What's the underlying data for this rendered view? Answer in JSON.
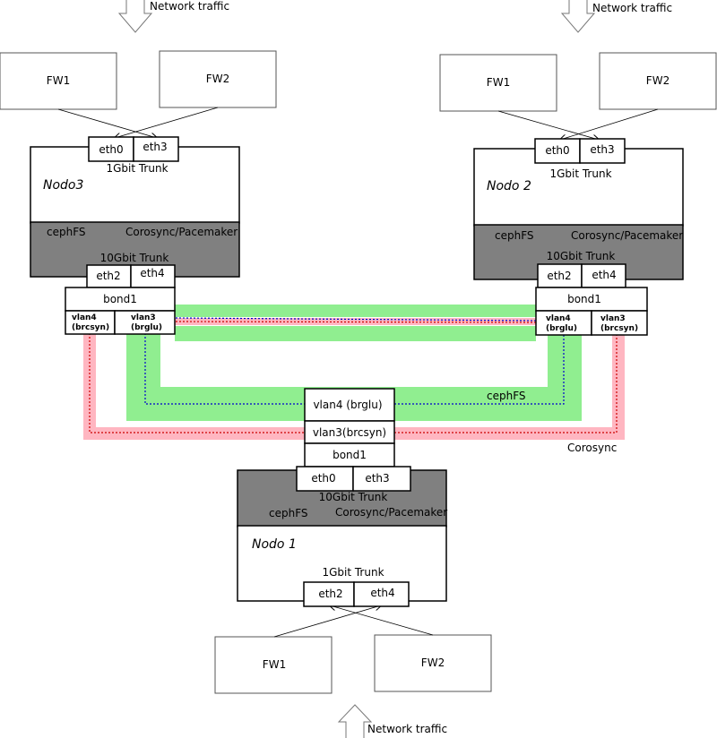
{
  "labels": {
    "network_traffic": "Network traffic",
    "fw1": "FW1",
    "fw2": "FW2",
    "eth0": "eth0",
    "eth2": "eth2",
    "eth3": "eth3",
    "eth4": "eth4",
    "trunk_1g": "1Gbit Trunk",
    "trunk_10g": "10Gbit Trunk",
    "bond": "bond1",
    "cephfs": "cephFS",
    "corosync_pacemaker": "Corosync/Pacemaker",
    "corosync": "Corosync",
    "vlan4": "vlan4",
    "vlan3": "vlan3",
    "brcsyn": "(brcsyn)",
    "brglu": "(brglu)",
    "vlan4_brglu": "vlan4 (brglu)",
    "vlan3_brcsyn": "vlan3(brcsyn)"
  },
  "nodes": {
    "nodo3": "Nodo3",
    "nodo2": "Nodo 2",
    "nodo1": "Nodo 1"
  },
  "colors": {
    "ceph_link": "#90ee90",
    "corosync_link": "#ffb6c1",
    "node_storage_band": "#808080",
    "blue_vlan": "#0000cc",
    "red_vlan": "#cc0000"
  }
}
